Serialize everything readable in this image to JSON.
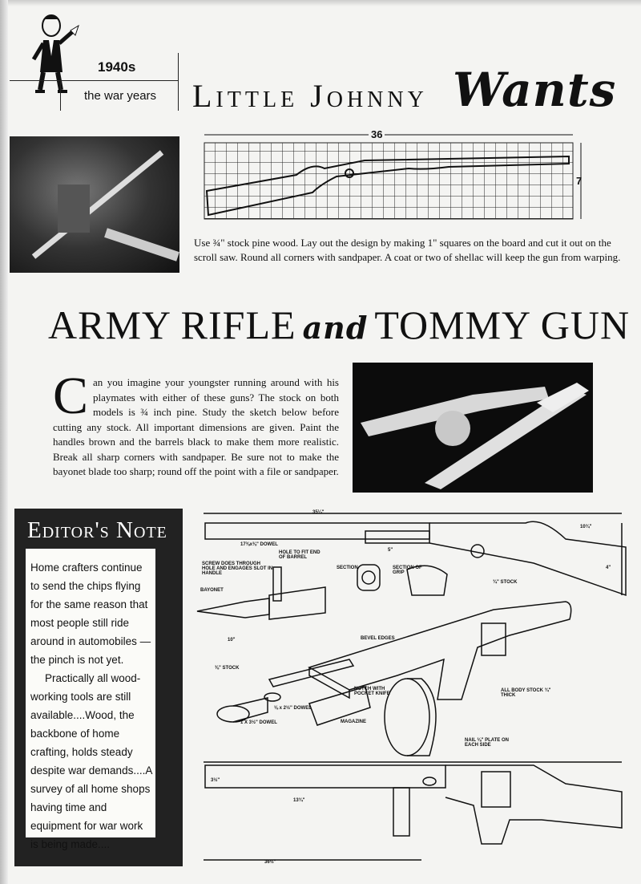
{
  "header": {
    "decade": "1940s",
    "era": "the war years",
    "title_small": "Little Johnny",
    "title_script": "Wants"
  },
  "rifle_sketch": {
    "length_label": "36",
    "height_label": "7",
    "caption": "Use ¾\" stock pine wood. Lay out the design by making 1\" squares on the board and cut it out on the scroll saw. Round all corners with sandpaper. A coat or two of shellac will keep the gun from warping."
  },
  "headline": {
    "part1": "ARMY RIFLE",
    "and": "and",
    "part2": "TOMMY GUN"
  },
  "article": {
    "dropcap": "C",
    "text": "an you imagine your youngster running around with his playmates with either of these guns? The stock on both models is ¾ inch pine. Study the sketch below before cutting any stock. All important dimensions are given. Paint the handles brown and the barrels black to make them more realistic. Break all sharp corners with sandpaper. Be sure not to make the bayonet blade too sharp; round off the point with a file or sandpaper."
  },
  "editors_note": {
    "title": "Editor's Note",
    "para1": "Home crafters continue to send the chips flying for the same reason that most people still ride around in automobiles — the pinch is not yet.",
    "para2": "Practically all wood-working tools are still available....Wood, the backbone of home crafting, holds steady despite war demands....A survey of all home shops having time and equipment for war work is being made...."
  },
  "diagram_labels": {
    "overall_top": "35¼\"",
    "dowel": "17⅜x⅜\" DOWEL",
    "hole": "HOLE TO FIT END OF BARREL",
    "screw": "SCREW DOES THROUGH HOLE AND ENGAGES SLOT IN HANDLE",
    "bayonet": "BAYONET",
    "section": "SECTION",
    "section_grip": "SECTION OF GRIP",
    "stock34": "¾\" STOCK",
    "bevel": "BEVEL EDGES",
    "stock38": "⅜\" STOCK",
    "notch": "NOTCH WITH POCKET KNIFE",
    "dowel2": "⅛ x 2½\" DOWEL",
    "dowel3": "1 X 3½\" DOWEL",
    "magazine": "MAGAZINE",
    "plate": "NAIL ⅛\" PLATE ON EACH SIDE",
    "body": "ALL BODY STOCK ¾\" THICK",
    "overall_bottom": "36½\"",
    "d10": "10\"",
    "d10_3": "10¾\"",
    "d5": "5\"",
    "d4": "4\"",
    "d13": "13¾\"",
    "d3": "3½\""
  }
}
